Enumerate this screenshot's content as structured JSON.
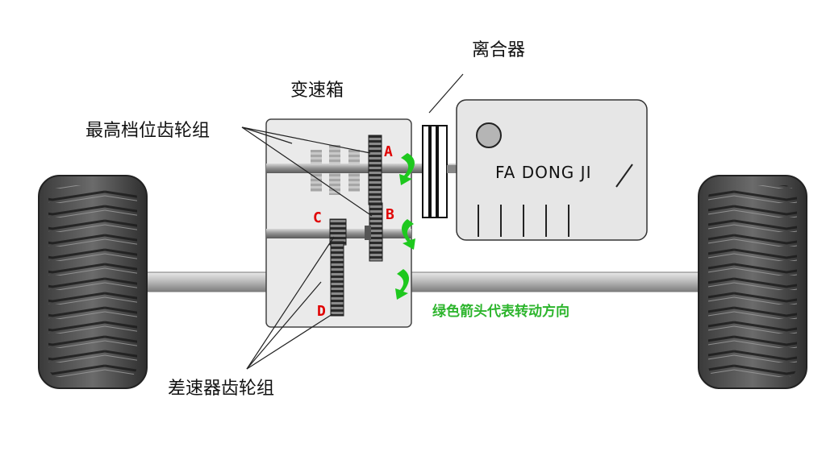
{
  "labels": {
    "clutch": "离合器",
    "gearbox": "变速箱",
    "top_gear_set": "最高档位齿轮组",
    "differential_set": "差速器齿轮组",
    "engine": "FA DONG JI",
    "legend": "绿色箭头代表转动方向"
  },
  "gear_points": {
    "a": "A",
    "b": "B",
    "c": "C",
    "d": "D"
  },
  "colors": {
    "arrow": "#1ec81e",
    "point_label": "#e00000",
    "legend_text": "#2db52d"
  }
}
